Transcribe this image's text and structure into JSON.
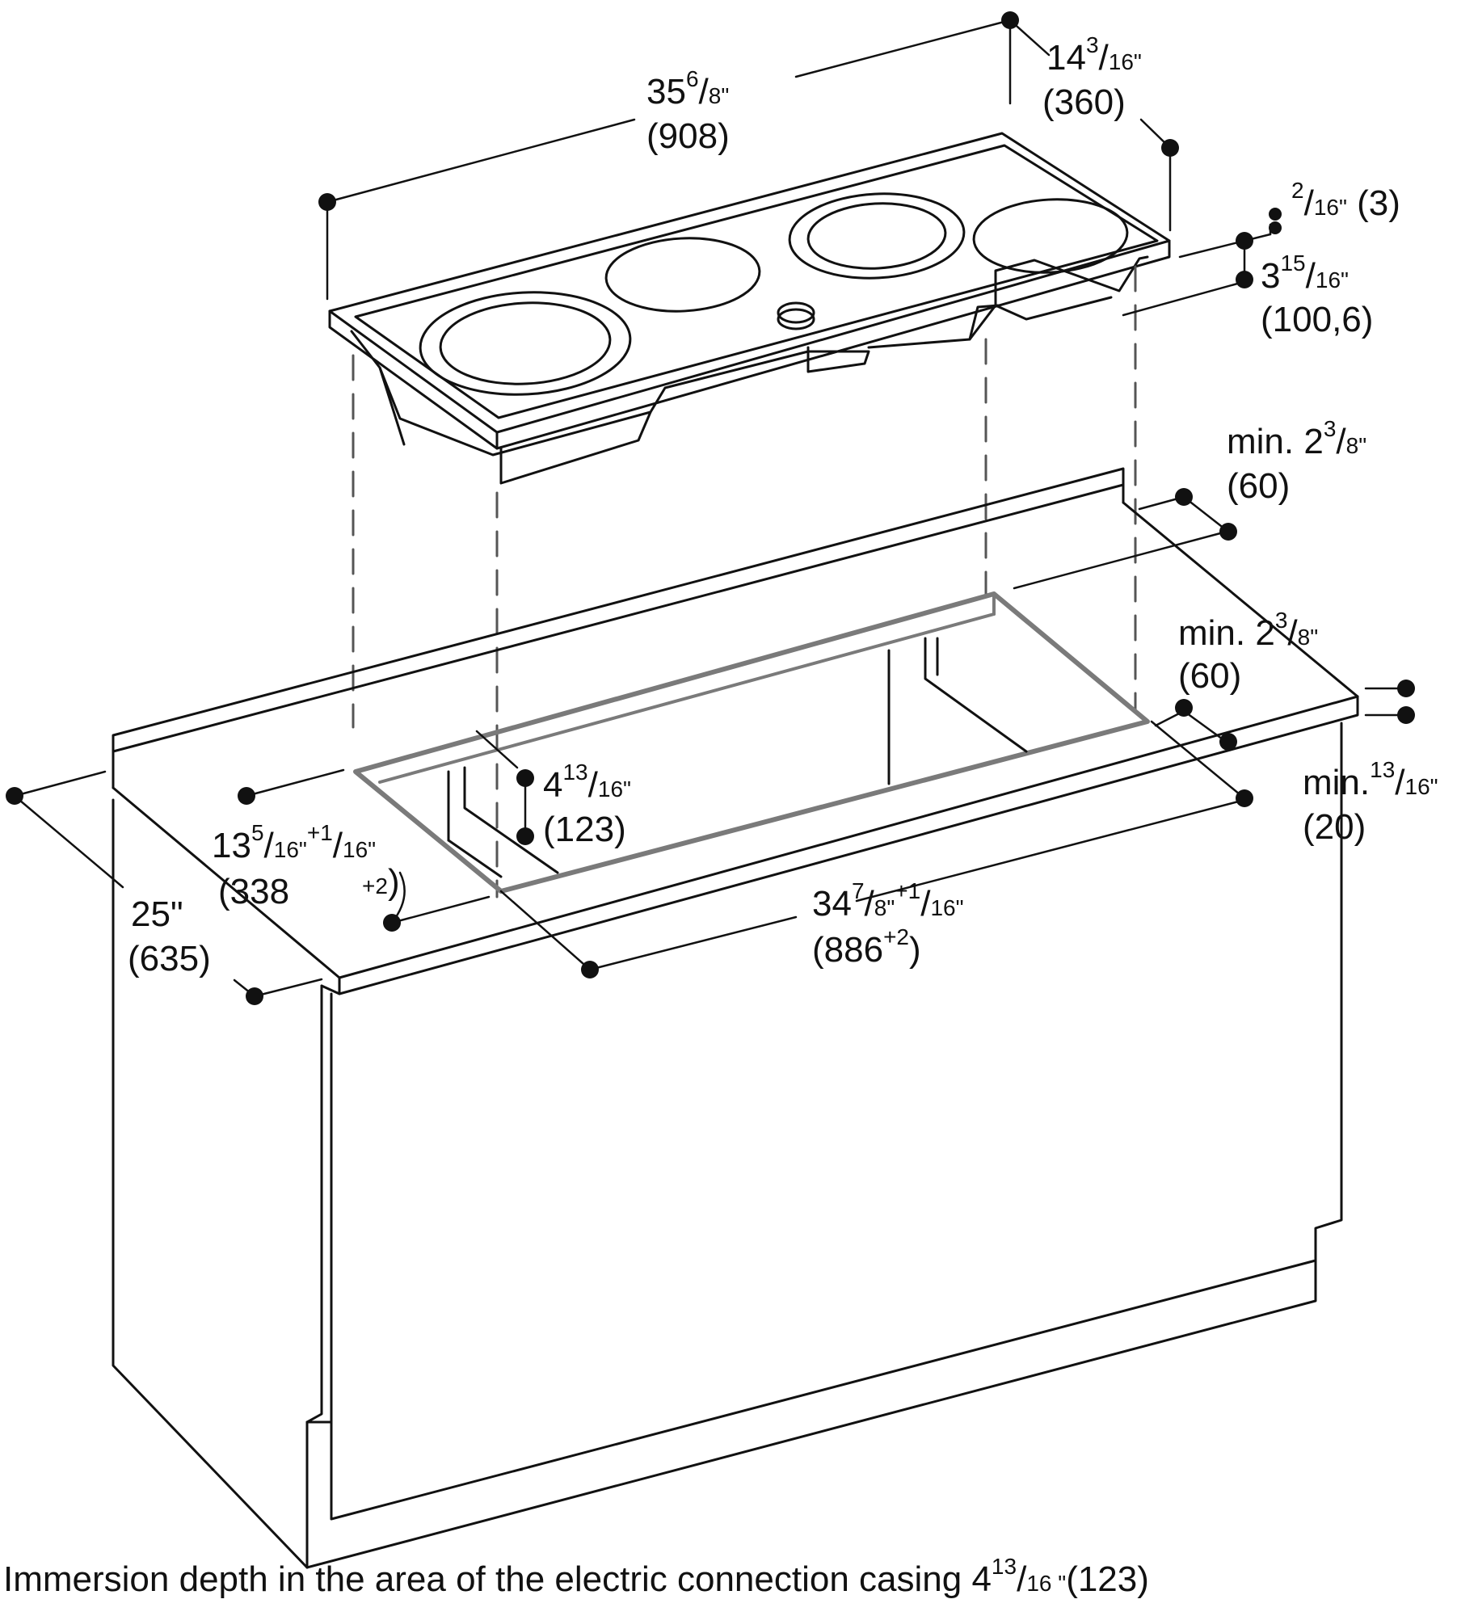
{
  "labels": {
    "total_width": {
      "main": "35",
      "num": "6",
      "den": "8\"",
      "metric": "(908)"
    },
    "depth": {
      "main": "14",
      "num": "3",
      "den": "16\"",
      "metric": "(360)"
    },
    "top_thickness": {
      "num": "2",
      "den": "16\"",
      "metric": "(3)"
    },
    "appliance_height": {
      "main": "3",
      "num": "15",
      "den": "16\"",
      "metric": "(100,6)"
    },
    "rear_clearance": {
      "prefix": "min. 2",
      "num": "3",
      "den": "8\"",
      "metric": "(60)"
    },
    "side_clearance": {
      "prefix": "min. 2",
      "num": "3",
      "den": "8\"",
      "metric": "(60)"
    },
    "worktop_thickness": {
      "prefix": "min.",
      "num": "13",
      "den": "16\"",
      "metric": "(20)"
    },
    "immersion_depth": {
      "main": "4",
      "num": "13",
      "den": "16\"",
      "metric": "(123)"
    },
    "cutout_depth": {
      "main": "13",
      "num": "5",
      "den": "16\"",
      "tol": "+1",
      "den2": "16\"",
      "metric": "(338",
      "metric_tol": "+2",
      "metric_close": ")"
    },
    "cutout_width": {
      "main": "34",
      "num": "7",
      "den": "8\"",
      "tol": "+1",
      "den2": "16\"",
      "metric": "(886",
      "metric_tol": "+2",
      "metric_close": ")"
    },
    "counter_depth": {
      "main": "25\"",
      "metric": "(635)"
    }
  },
  "caption": {
    "text": "Immersion depth in the area of the electric connection casing 4",
    "num": "13",
    "den": "16 \"",
    "metric": "(123)"
  }
}
